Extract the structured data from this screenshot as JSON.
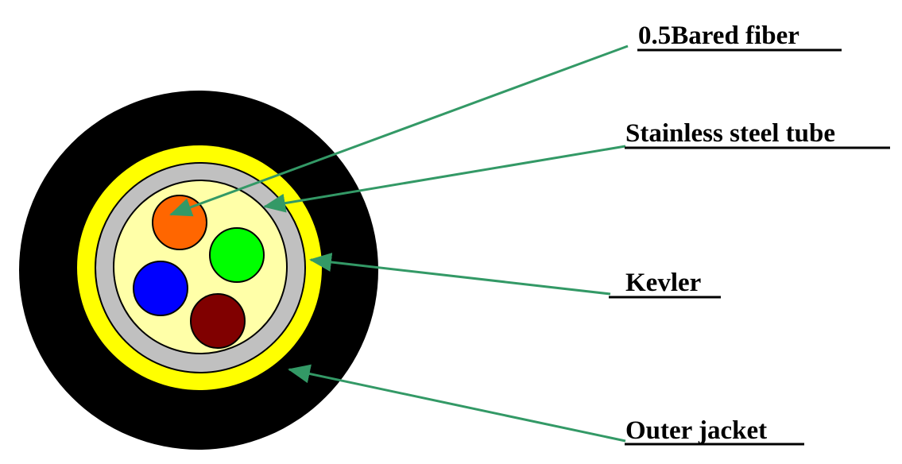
{
  "labels": {
    "fiber": "0.5Bared fiber",
    "tube": "Stainless steel tube",
    "kevlar": "Kevler",
    "jacket": "Outer jacket"
  },
  "colors": {
    "jacket": "#000000",
    "kevlar": "#ffff00",
    "tube": "#c0c0c0",
    "gel": "#ffffa8",
    "fibers": [
      "#ff6600",
      "#00ff00",
      "#0000ff",
      "#800000"
    ],
    "arrow": "#339966"
  }
}
